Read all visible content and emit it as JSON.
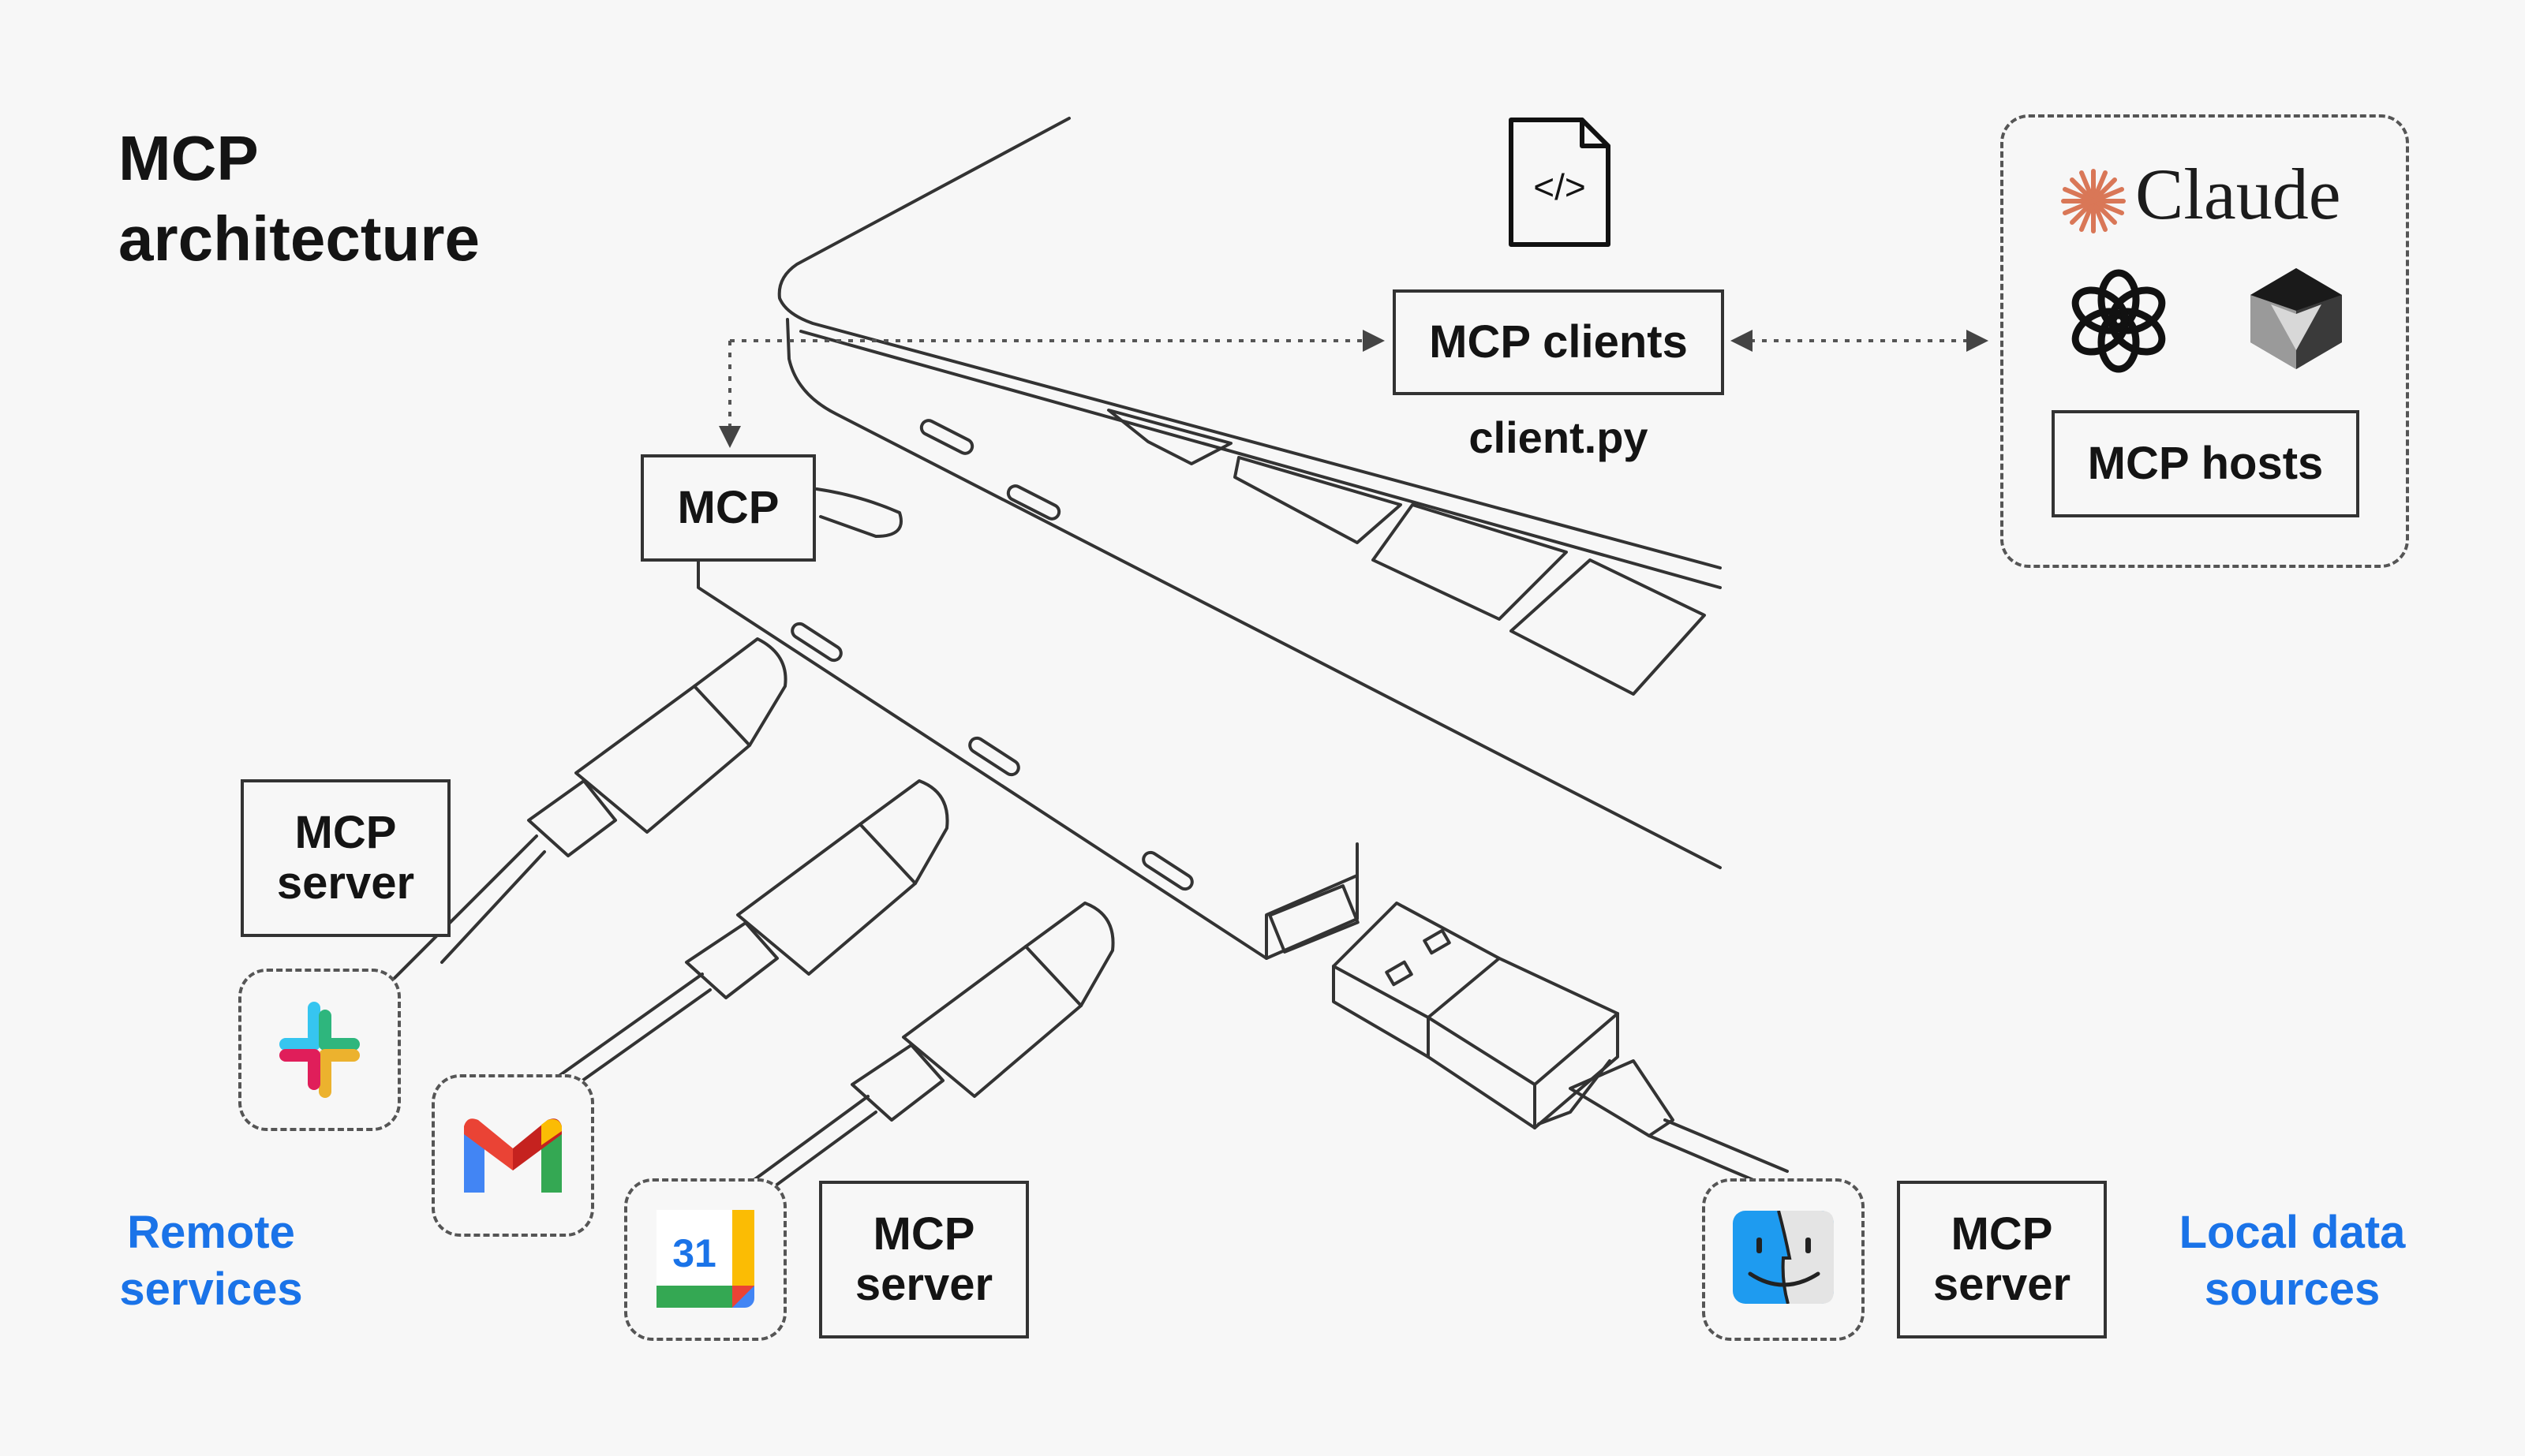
{
  "title": {
    "line1": "MCP",
    "line2": "architecture"
  },
  "labels": {
    "mcp_clients": "MCP clients",
    "client_file": "client.py",
    "mcp_hub": "MCP",
    "mcp_hosts": "MCP hosts",
    "server_remote_top_1": "MCP",
    "server_remote_top_2": "server",
    "server_remote_bottom_1": "MCP",
    "server_remote_bottom_2": "server",
    "server_local_1": "MCP",
    "server_local_2": "server",
    "file_icon_text": "</>",
    "calendar_day": "31"
  },
  "groups": {
    "remote": {
      "line1": "Remote",
      "line2": "services"
    },
    "local": {
      "line1": "Local data",
      "line2": "sources"
    }
  },
  "hosts": {
    "brand": "Claude"
  },
  "icons": [
    "code-file-icon",
    "claude-logo-icon",
    "openai-logo-icon",
    "gem-logo-icon",
    "slack-icon",
    "gmail-icon",
    "google-calendar-icon",
    "finder-icon"
  ],
  "colors": {
    "accent_blue": "#1a73e8",
    "claude_orange": "#d97757",
    "line": "#333333",
    "background": "#f7f7f7"
  }
}
